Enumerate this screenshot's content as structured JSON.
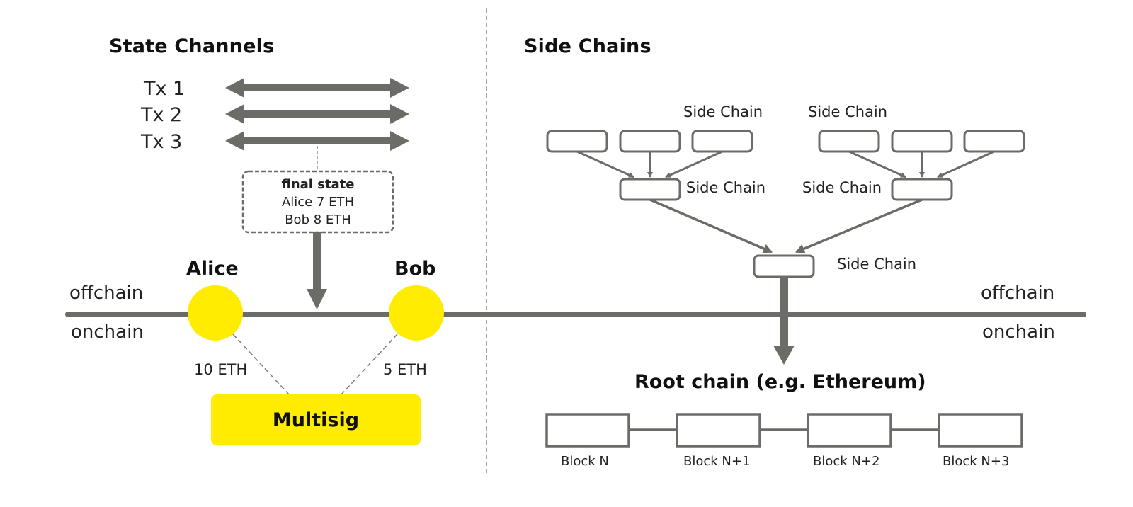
{
  "colors": {
    "gray": "#6b6b68",
    "yellow": "#ffec00",
    "text": "#222222"
  },
  "state_channels": {
    "title": "State Channels",
    "transactions": [
      "Tx 1",
      "Tx 2",
      "Tx 3"
    ],
    "final_state": {
      "heading": "final state",
      "lines": [
        "Alice 7 ETH",
        "Bob 8 ETH"
      ]
    },
    "parties": [
      {
        "name": "Alice",
        "deposit": "10 ETH"
      },
      {
        "name": "Bob",
        "deposit": "5 ETH"
      }
    ],
    "contract": "Multisig"
  },
  "layers": {
    "offchain": "offchain",
    "onchain": "onchain"
  },
  "side_chains": {
    "title": "Side Chains",
    "node_label": "Side Chain",
    "labels": [
      "Side Chain",
      "Side Chain",
      "Side Chain",
      "Side Chain",
      "Side Chain"
    ],
    "root_title": "Root chain (e.g. Ethereum)",
    "blocks": [
      "Block N",
      "Block N+1",
      "Block N+2",
      "Block N+3"
    ]
  }
}
